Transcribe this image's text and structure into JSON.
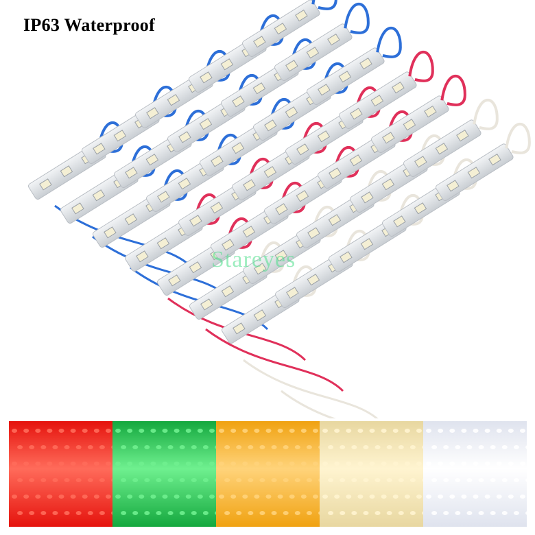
{
  "header": {
    "title": "IP63 Waterproof"
  },
  "watermark": {
    "text": "Stareyes"
  },
  "colors": {
    "module_body": "#dfe3e6",
    "wire_blue": "#2d6fd8",
    "wire_red": "#e0305a",
    "wire_white": "#e9e5dc",
    "led_chip": "#f4efd4"
  },
  "swatches": [
    {
      "name": "red",
      "color": "#e5130d",
      "glow": "#ff6b5a"
    },
    {
      "name": "green",
      "color": "#14a83e",
      "glow": "#6ff08f"
    },
    {
      "name": "yellow",
      "color": "#f0a211",
      "glow": "#ffd37a"
    },
    {
      "name": "warm-white",
      "color": "#e8d7a0",
      "glow": "#fff4d0"
    },
    {
      "name": "cool-white",
      "color": "#dfe3ee",
      "glow": "#ffffff"
    }
  ]
}
